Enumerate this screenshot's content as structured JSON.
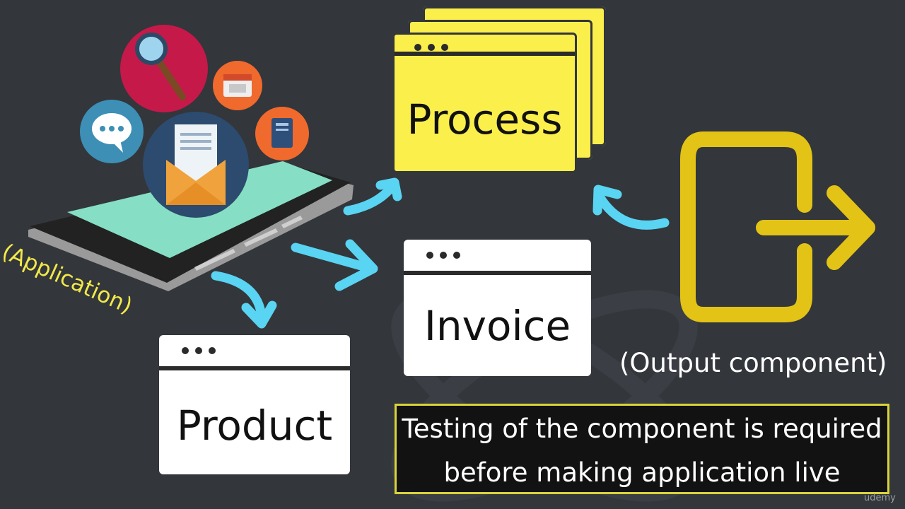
{
  "boxes": {
    "process": "Process",
    "invoice": "Invoice",
    "product": "Product"
  },
  "labels": {
    "application": "(Application)",
    "output": "(Output component)"
  },
  "caption": {
    "line1": "Testing of the component is required",
    "line2": "before making application live"
  },
  "brand": "udemy",
  "colors": {
    "background": "#33363b",
    "process_box": "#fbef4b",
    "arrows": "#59d4f2",
    "output_icon": "#e3c316",
    "application_label": "#f2e94a"
  },
  "icons": [
    "magnifier-icon",
    "calendar-icon",
    "chat-bubble-icon",
    "notebook-icon",
    "envelope-icon",
    "tablet-icon",
    "exit-icon"
  ]
}
